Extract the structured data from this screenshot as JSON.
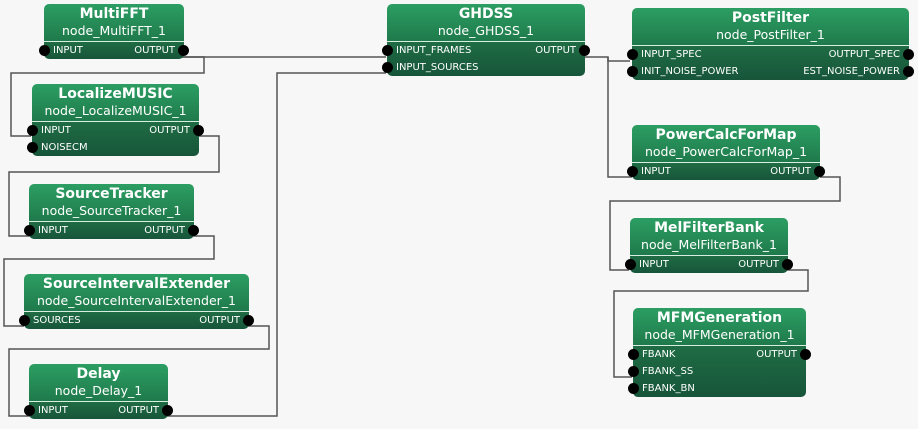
{
  "nodes": [
    {
      "type": "MultiFFT",
      "name": "node_MultiFFT_1",
      "inputs": [
        "INPUT"
      ],
      "outputs": [
        "OUTPUT"
      ]
    },
    {
      "type": "LocalizeMUSIC",
      "name": "node_LocalizeMUSIC_1",
      "inputs": [
        "INPUT",
        "NOISECM"
      ],
      "outputs": [
        "OUTPUT"
      ]
    },
    {
      "type": "SourceTracker",
      "name": "node_SourceTracker_1",
      "inputs": [
        "INPUT"
      ],
      "outputs": [
        "OUTPUT"
      ]
    },
    {
      "type": "SourceIntervalExtender",
      "name": "node_SourceIntervalExtender_1",
      "inputs": [
        "SOURCES"
      ],
      "outputs": [
        "OUTPUT"
      ]
    },
    {
      "type": "Delay",
      "name": "node_Delay_1",
      "inputs": [
        "INPUT"
      ],
      "outputs": [
        "OUTPUT"
      ]
    },
    {
      "type": "GHDSS",
      "name": "node_GHDSS_1",
      "inputs": [
        "INPUT_FRAMES",
        "INPUT_SOURCES"
      ],
      "outputs": [
        "OUTPUT"
      ]
    },
    {
      "type": "PostFilter",
      "name": "node_PostFilter_1",
      "inputs": [
        "INPUT_SPEC",
        "INIT_NOISE_POWER"
      ],
      "outputs": [
        "OUTPUT_SPEC",
        "EST_NOISE_POWER"
      ]
    },
    {
      "type": "PowerCalcForMap",
      "name": "node_PowerCalcForMap_1",
      "inputs": [
        "INPUT"
      ],
      "outputs": [
        "OUTPUT"
      ]
    },
    {
      "type": "MelFilterBank",
      "name": "node_MelFilterBank_1",
      "inputs": [
        "INPUT"
      ],
      "outputs": [
        "OUTPUT"
      ]
    },
    {
      "type": "MFMGeneration",
      "name": "node_MFMGeneration_1",
      "inputs": [
        "FBANK",
        "FBANK_SS",
        "FBANK_BN"
      ],
      "outputs": [
        "OUTPUT"
      ]
    }
  ],
  "connections": [
    {
      "from": "node_MultiFFT_1.OUTPUT",
      "to": "node_GHDSS_1.INPUT_FRAMES"
    },
    {
      "from": "node_MultiFFT_1.OUTPUT",
      "to": "node_LocalizeMUSIC_1.INPUT"
    },
    {
      "from": "node_LocalizeMUSIC_1.OUTPUT",
      "to": "node_SourceTracker_1.INPUT"
    },
    {
      "from": "node_SourceTracker_1.OUTPUT",
      "to": "node_SourceIntervalExtender_1.SOURCES"
    },
    {
      "from": "node_SourceIntervalExtender_1.OUTPUT",
      "to": "node_Delay_1.INPUT"
    },
    {
      "from": "node_Delay_1.OUTPUT",
      "to": "node_GHDSS_1.INPUT_SOURCES"
    },
    {
      "from": "node_GHDSS_1.OUTPUT",
      "to": "node_PostFilter_1.INPUT_SPEC"
    },
    {
      "from": "node_GHDSS_1.OUTPUT",
      "to": "node_PowerCalcForMap_1.INPUT"
    },
    {
      "from": "node_PowerCalcForMap_1.OUTPUT",
      "to": "node_MelFilterBank_1.INPUT"
    },
    {
      "from": "node_MelFilterBank_1.OUTPUT",
      "to": "node_MFMGeneration_1.FBANK_SS"
    }
  ]
}
